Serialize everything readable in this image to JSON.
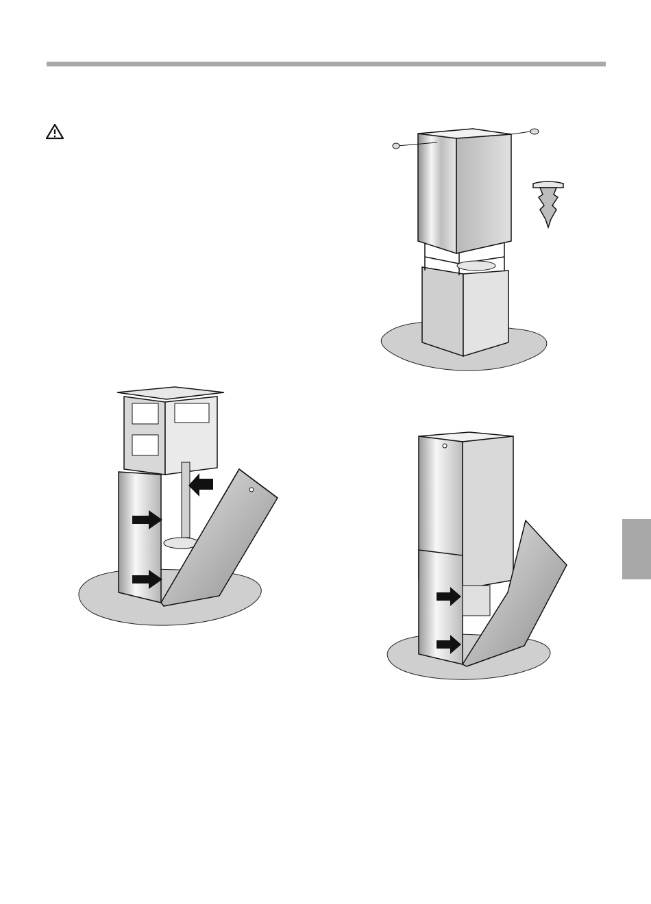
{
  "page": {
    "warning_icon": "warning-triangle-icon",
    "side_tab_color": "#a8a8a8",
    "header_rule_color": "#a8a8a8"
  },
  "figures": [
    {
      "name": "chimney-assembled-with-screws",
      "icons": [
        "screw-icon",
        "screw-detail-icon"
      ]
    },
    {
      "name": "lower-cover-hinged-open",
      "icons": [
        "arrow-right-icon",
        "arrow-left-icon"
      ]
    },
    {
      "name": "upper-cover-lowered-lower-cover-open",
      "icons": [
        "arrow-right-icon"
      ]
    }
  ],
  "colors": {
    "metal_light": "#f4f4f4",
    "metal_mid": "#c9c9c9",
    "metal_dark": "#8f8f8f",
    "floor": "#cfcfcf",
    "outline": "#1a1a1a",
    "arrow": "#111111"
  }
}
